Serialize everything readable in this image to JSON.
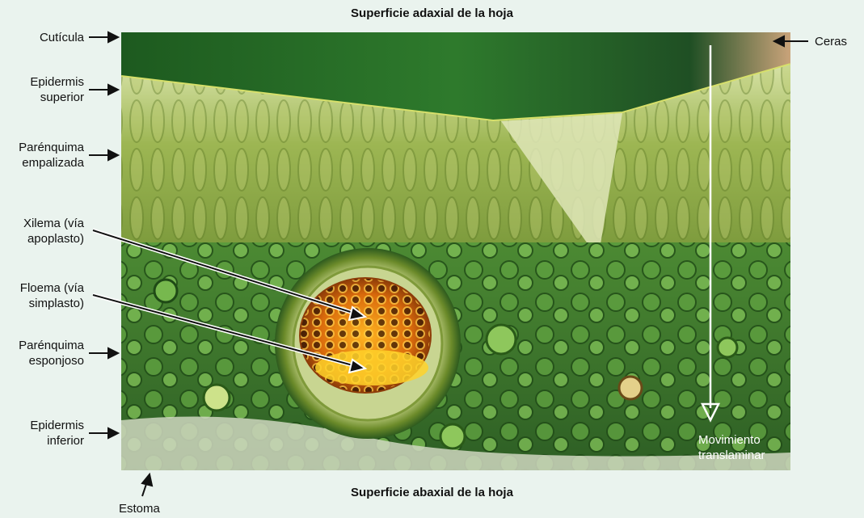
{
  "title_top": "Superficie adaxial de la hoja",
  "title_bottom": "Superficie abaxial de la hoja",
  "left_labels": [
    {
      "id": "cuticula",
      "lines": [
        "Cutícula"
      ]
    },
    {
      "id": "epidermis-superior",
      "lines": [
        "Epidermis",
        "superior"
      ]
    },
    {
      "id": "parenquima-empalizada",
      "lines": [
        "Parénquima",
        "empalizada"
      ]
    },
    {
      "id": "xilema",
      "lines": [
        "Xilema (vía",
        "apoplasto)"
      ]
    },
    {
      "id": "floema",
      "lines": [
        "Floema (vía",
        "simplasto)"
      ]
    },
    {
      "id": "parenquima-esponjoso",
      "lines": [
        "Parénquima",
        "esponjoso"
      ]
    },
    {
      "id": "epidermis-inferior",
      "lines": [
        "Epidermis",
        "inferior"
      ]
    }
  ],
  "ceras": "Ceras",
  "estoma": "Estoma",
  "movimiento": [
    "Movimiento",
    "translaminar"
  ],
  "colors": {
    "background": "#eaf3ee",
    "cuticle": "#2f7a2a",
    "palisade": "#8fae4a",
    "spongy": "#3f7d30",
    "vein_ring": "#6a8a2a",
    "xylem": "#e08a10",
    "arrow_white": "#ffffff"
  }
}
